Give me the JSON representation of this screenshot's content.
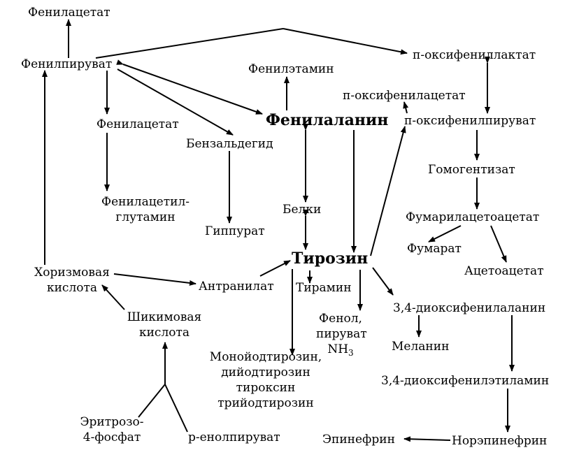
{
  "nodes": {
    "phenylacetate_top": "Фенилацетат",
    "phenylpyruvate": "Фенилпируват",
    "phenylethylamine": "Фенилэтамин",
    "p_hydroxyphenyllactate": "п-оксифениллактат",
    "p_hydroxyphenylacetate": "п-оксифенилацетат",
    "phenylalanine": "Фенилаланин",
    "p_hydroxyphenylpyruvate": "п-оксифенилпируват",
    "phenylacetate_mid": "Фенилацетат",
    "benzaldehyde": "Бензальдегид",
    "homogentisate": "Гомогентизат",
    "phenylacetylglutamine_1": "Фенилацетил-",
    "phenylacetylglutamine_2": "глутамин",
    "proteins": "Белки",
    "hippurate": "Гиппурат",
    "fumarylacetoacetate": "Фумарилацетоацетат",
    "fumarate": "Фумарат",
    "tyrosine": "Тирозин",
    "acetoacetate": "Ацетоацетат",
    "chorismic_1": "Хоризмовая",
    "chorismic_2": "кислота",
    "anthranilate": "Антранилат",
    "tyramine": "Тирамин",
    "dopa": "3,4-диоксифенилаланин",
    "phenol_1": "Фенол,",
    "phenol_2": "пируват",
    "phenol_3": "NH",
    "phenol_3_sub": "3",
    "shikimic_1": "Шикимовая",
    "shikimic_2": "кислота",
    "melanin": "Меланин",
    "iodo_1": "Монойодтирозин,",
    "iodo_2": "дийодтирозин",
    "iodo_3": "тироксин",
    "iodo_4": "трийодтирозин",
    "dopamine": "3,4-диоксифенилэтиламин",
    "erythrose_1": "Эритрозо-",
    "erythrose_2": "4-фосфат",
    "enolpyruvate": "р-енолпируват",
    "epinephrine": "Эпинефрин",
    "norepinephrine": "Норэпинефрин"
  }
}
